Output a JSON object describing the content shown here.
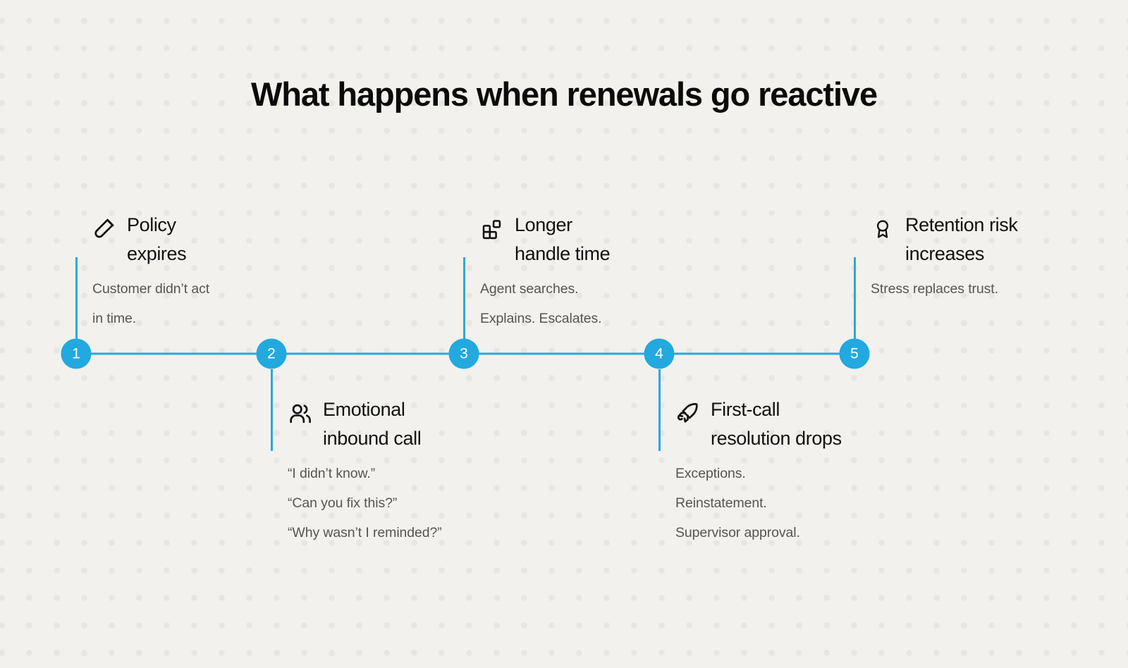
{
  "title": "What happens when renewals go reactive",
  "accent_color": "#22A9E0",
  "background_color": "#F2F1ED",
  "dot_color": "#E8E6E1",
  "title_color": "#0B0B0B",
  "body_text_color": "#555555",
  "timeline": {
    "orientation": "horizontal",
    "node_count": 5,
    "items": [
      {
        "number": "1",
        "icon": "test-tube-icon",
        "title": "Policy\nexpires",
        "position": "above",
        "lines": [
          "Customer didn’t act",
          "in time."
        ]
      },
      {
        "number": "2",
        "icon": "users-icon",
        "title": "Emotional\ninbound call",
        "position": "below",
        "lines": [
          "“I didn’t know.”",
          "“Can you fix this?”",
          "“Why wasn’t I reminded?”"
        ]
      },
      {
        "number": "3",
        "icon": "layout-grid-icon",
        "title": "Longer\nhandle time",
        "position": "above",
        "lines": [
          "Agent searches.",
          "Explains. Escalates."
        ]
      },
      {
        "number": "4",
        "icon": "rocket-icon",
        "title": "First-call\nresolution drops",
        "position": "below",
        "lines": [
          "Exceptions.",
          "Reinstatement.",
          "Supervisor approval."
        ]
      },
      {
        "number": "5",
        "icon": "award-ribbon-icon",
        "title": "Retention risk\nincreases",
        "position": "above",
        "lines": [
          "Stress replaces trust."
        ]
      }
    ]
  }
}
